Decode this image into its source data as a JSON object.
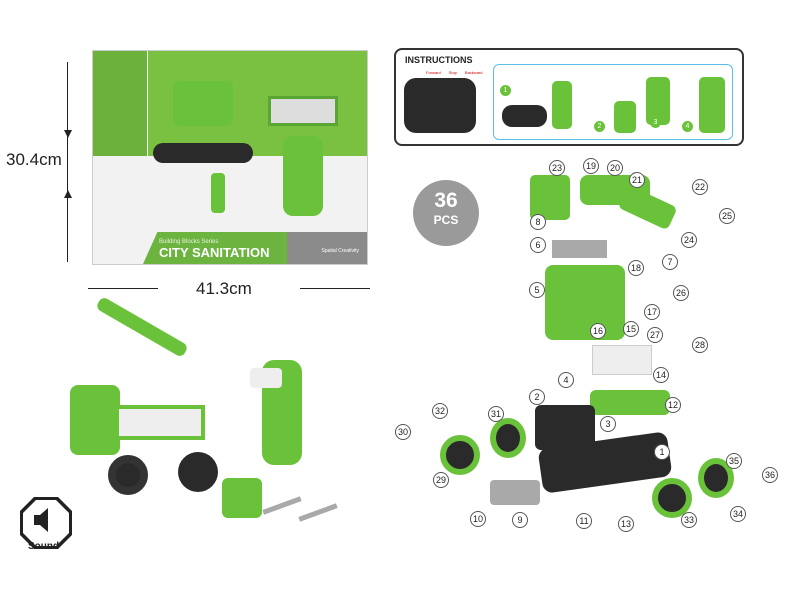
{
  "dimensions": {
    "height": "30.4cm",
    "width": "41.3cm"
  },
  "package": {
    "series": "Building Blocks Series",
    "title": "CITY SANITATION",
    "brand": "Spatial Creativity"
  },
  "instructions": {
    "title": "INSTRUCTIONS",
    "labels": [
      "Forward",
      "Stop",
      "Backward"
    ],
    "steps": [
      "1",
      "2",
      "3",
      "4"
    ]
  },
  "pieces": {
    "count": "36",
    "unit": "PCS"
  },
  "sound_badge": "Sound",
  "part_numbers": [
    "23",
    "19",
    "20",
    "21",
    "22",
    "25",
    "24",
    "8",
    "6",
    "7",
    "18",
    "5",
    "26",
    "17",
    "16",
    "15",
    "27",
    "28",
    "14",
    "4",
    "2",
    "12",
    "3",
    "32",
    "31",
    "30",
    "1",
    "35",
    "36",
    "29",
    "10",
    "9",
    "11",
    "13",
    "34",
    "33"
  ],
  "colors": {
    "green": "#69c23a",
    "dark": "#2a2a2a",
    "gray": "#a9a9a9"
  }
}
